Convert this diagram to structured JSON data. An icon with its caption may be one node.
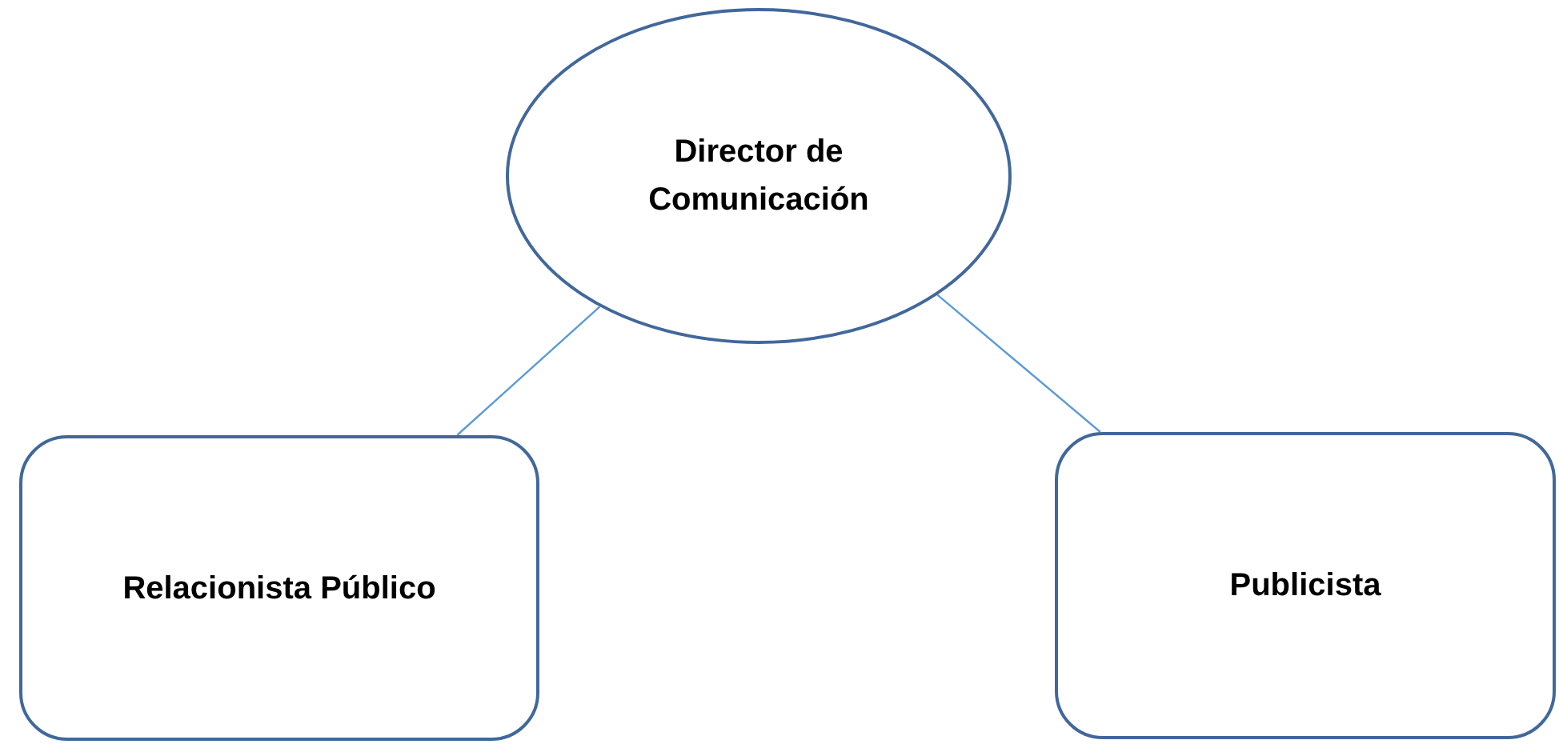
{
  "diagram": {
    "nodes": [
      {
        "text": [
          "Director de Comunicación"
        ]
      },
      {
        "text": [
          "Relacionista Público"
        ]
      },
      {
        "text": [
          "Publicista"
        ]
      }
    ],
    "edges": [
      {
        "from": 0,
        "to": 1,
        "arrow": "none"
      },
      {
        "from": 0,
        "to": 2,
        "arrow": "none"
      }
    ]
  }
}
